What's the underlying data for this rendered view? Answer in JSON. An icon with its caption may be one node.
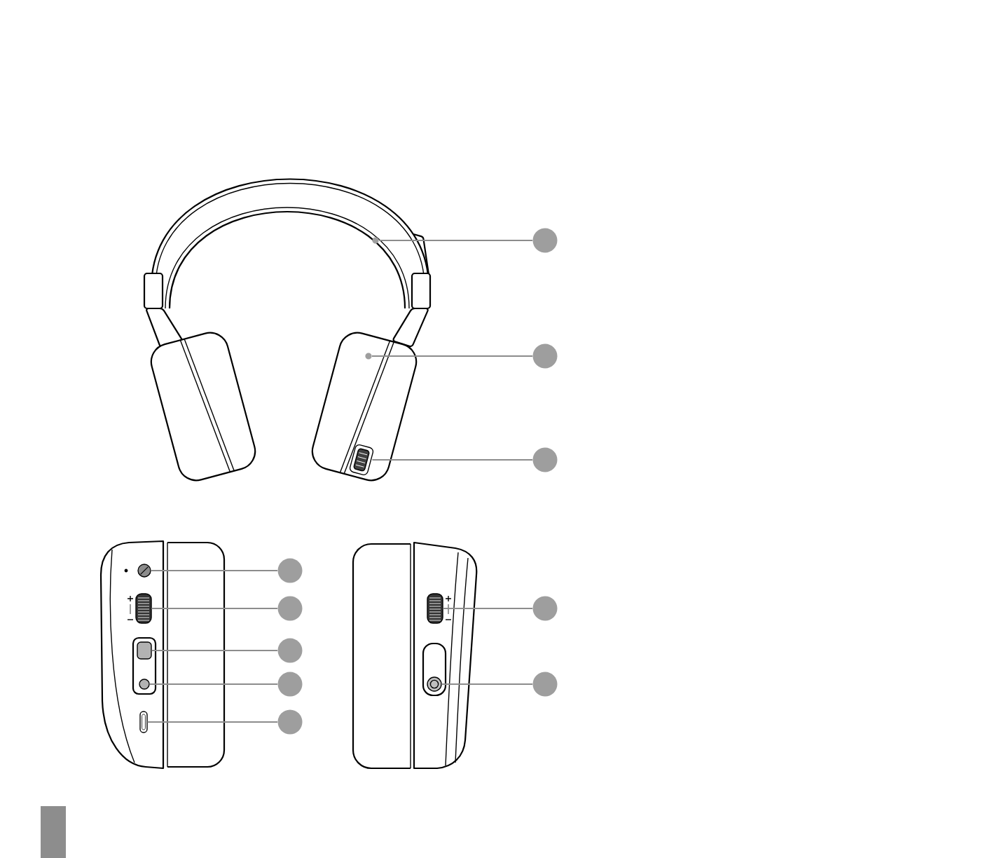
{
  "diagram": {
    "nodes": [
      {
        "text": [],
        "shape": "picture"
      },
      {
        "text": [],
        "shape": "circle",
        "in": 0
      },
      {
        "text": [],
        "shape": "picture"
      },
      {
        "text": [],
        "shape": "circle",
        "in": 2
      },
      {
        "text": [],
        "shape": "picture",
        "in": 2
      },
      {
        "text": [],
        "shape": "circle"
      },
      {
        "text": [],
        "shape": "circle"
      },
      {
        "text": [],
        "shape": "circle"
      },
      {
        "text": [],
        "shape": "picture"
      },
      {
        "text": [],
        "shape": "picture"
      },
      {
        "text": [],
        "shape": "box"
      },
      {
        "text": [],
        "shape": "circle"
      },
      {
        "text": [],
        "shape": "picture"
      },
      {
        "text": [],
        "shape": "circle"
      },
      {
        "text": [],
        "shape": "circle"
      },
      {
        "text": [],
        "shape": "circle"
      },
      {
        "text": [],
        "shape": "circle"
      },
      {
        "text": [],
        "shape": "circle"
      },
      {
        "text": [],
        "shape": "picture"
      },
      {
        "text": [],
        "shape": "picture"
      },
      {
        "text": [],
        "shape": "circle"
      },
      {
        "text": [],
        "shape": "circle"
      }
    ],
    "edges": [
      {
        "from": 5,
        "to": 1,
        "arrow": "none"
      },
      {
        "from": 6,
        "to": 3,
        "arrow": "none"
      },
      {
        "from": 7,
        "to": 4,
        "arrow": "none"
      },
      {
        "from": 13,
        "to": 8,
        "arrow": "none"
      },
      {
        "from": 14,
        "to": 9,
        "arrow": "none"
      },
      {
        "from": 15,
        "to": 10,
        "arrow": "none"
      },
      {
        "from": 16,
        "to": 11,
        "arrow": "none"
      },
      {
        "from": 17,
        "to": 12,
        "arrow": "none"
      },
      {
        "from": 20,
        "to": 18,
        "arrow": "none"
      },
      {
        "from": 21,
        "to": 19,
        "arrow": "none"
      }
    ]
  }
}
